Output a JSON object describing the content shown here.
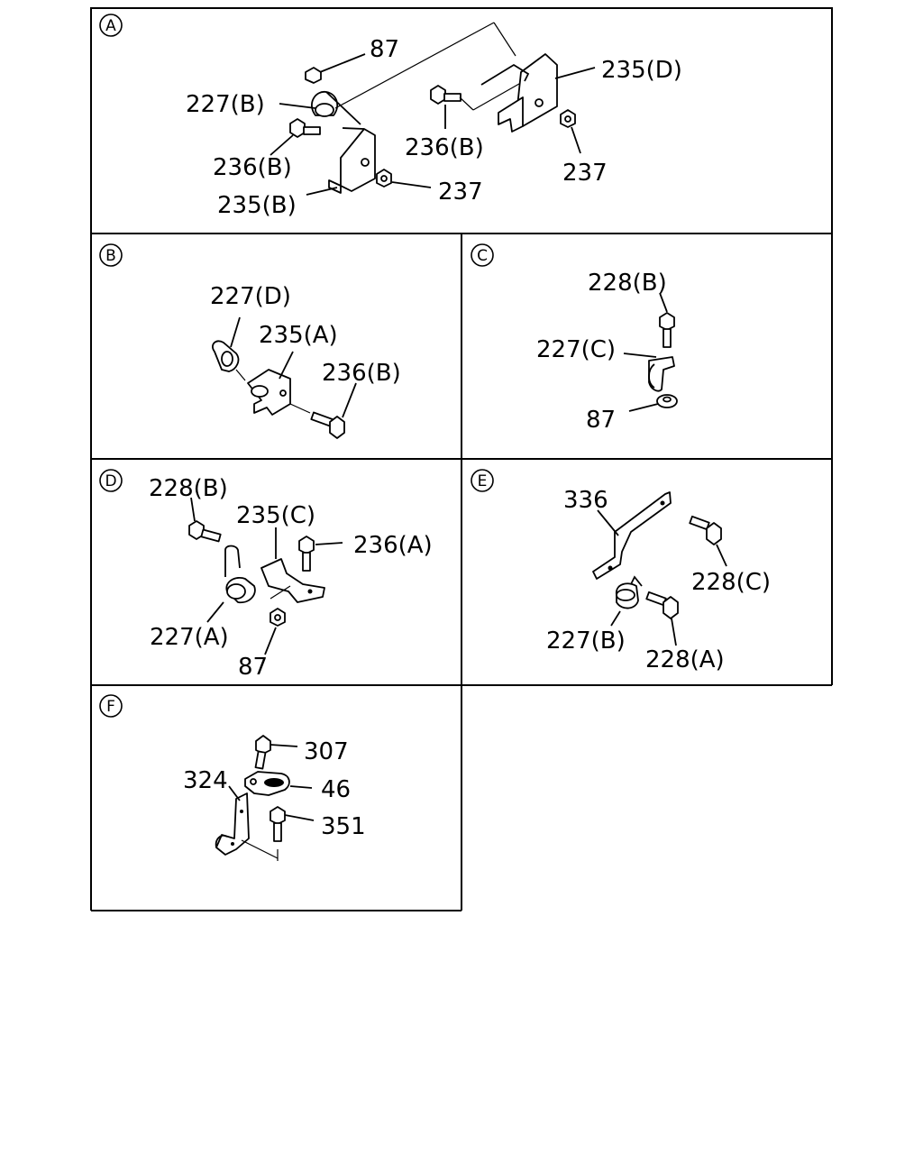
{
  "panels": {
    "A": {
      "badge": "A",
      "labels": [
        "87",
        "227(B)",
        "236(B)",
        "235(B)",
        "237",
        "235(D)",
        "236(B)",
        "237"
      ]
    },
    "B": {
      "badge": "B",
      "labels": [
        "227(D)",
        "235(A)",
        "236(B)"
      ]
    },
    "C": {
      "badge": "C",
      "labels": [
        "228(B)",
        "227(C)",
        "87"
      ]
    },
    "D": {
      "badge": "D",
      "labels": [
        "228(B)",
        "235(C)",
        "236(A)",
        "227(A)",
        "87"
      ]
    },
    "E": {
      "badge": "E",
      "labels": [
        "336",
        "228(C)",
        "227(B)",
        "228(A)"
      ]
    },
    "F": {
      "badge": "F",
      "labels": [
        "307",
        "324",
        "46",
        "351"
      ]
    }
  }
}
